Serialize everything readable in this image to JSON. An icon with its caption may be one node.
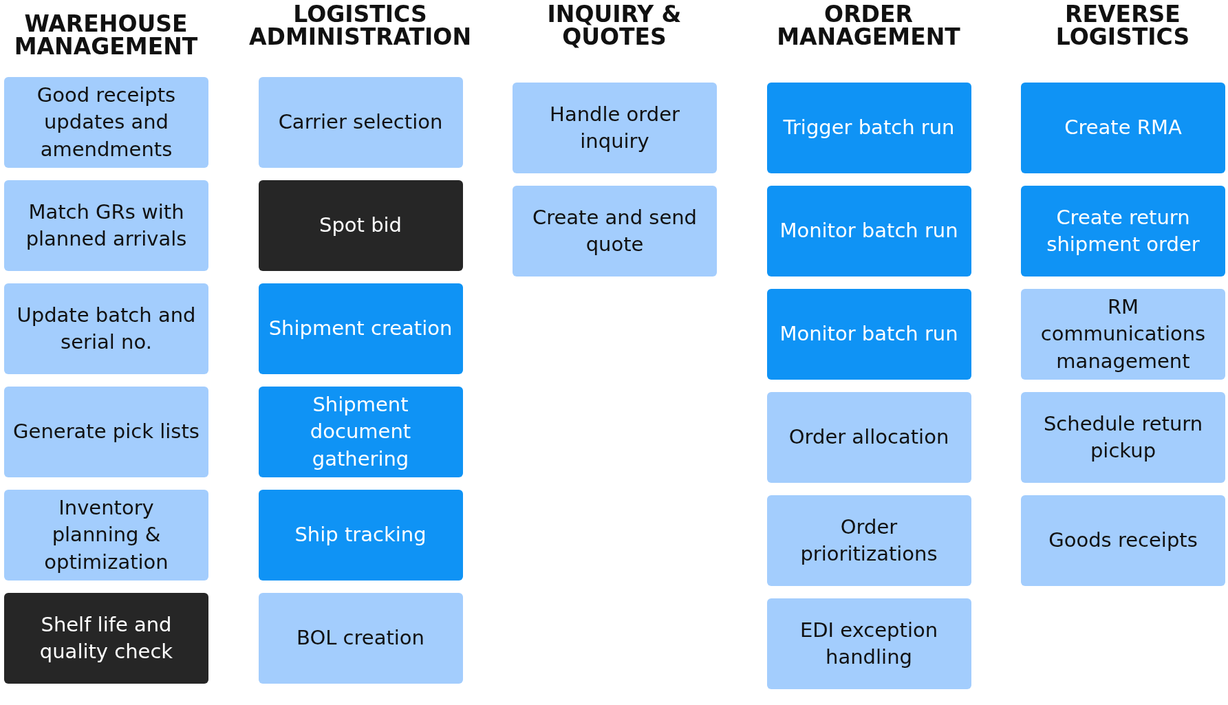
{
  "diagram": {
    "nodes": [
      {
        "text": [
          "Good receipts updates and amendments"
        ]
      },
      {
        "text": [
          "Match GRs with planned arrivals"
        ]
      },
      {
        "text": [
          "Update batch and serial no."
        ]
      },
      {
        "text": [
          "Generate pick lists"
        ]
      },
      {
        "text": [
          "Inventory planning & optimization"
        ]
      },
      {
        "text": [
          "Shelf life and quality check"
        ]
      },
      {
        "text": [
          "Carrier selection"
        ]
      },
      {
        "text": [
          "Spot bid"
        ]
      },
      {
        "text": [
          "Shipment creation"
        ]
      },
      {
        "text": [
          "Shipment document gathering"
        ]
      },
      {
        "text": [
          "Ship tracking"
        ]
      },
      {
        "text": [
          "BOL creation"
        ]
      },
      {
        "text": [
          "Handle order inquiry"
        ]
      },
      {
        "text": [
          "Create and send quote"
        ]
      },
      {
        "text": [
          "Trigger batch run"
        ]
      },
      {
        "text": [
          "Monitor batch run"
        ]
      },
      {
        "text": [
          "Monitor batch run"
        ]
      },
      {
        "text": [
          "Order allocation"
        ]
      },
      {
        "text": [
          "Order prioritizations"
        ]
      },
      {
        "text": [
          "EDI exception handling"
        ]
      },
      {
        "text": [
          "Create RMA"
        ]
      },
      {
        "text": [
          "Create return shipment order"
        ]
      },
      {
        "text": [
          "RM communications management"
        ]
      },
      {
        "text": [
          "Schedule return pickup"
        ]
      },
      {
        "text": [
          "Goods receipts"
        ]
      }
    ],
    "labels": [
      "WAREHOUSE MANAGEMENT",
      "LOGISTICS ADMINISTRATION",
      "INQUIRY & QUOTES",
      "ORDER MANAGEMENT",
      "REVERSE LOGISTICS"
    ]
  }
}
